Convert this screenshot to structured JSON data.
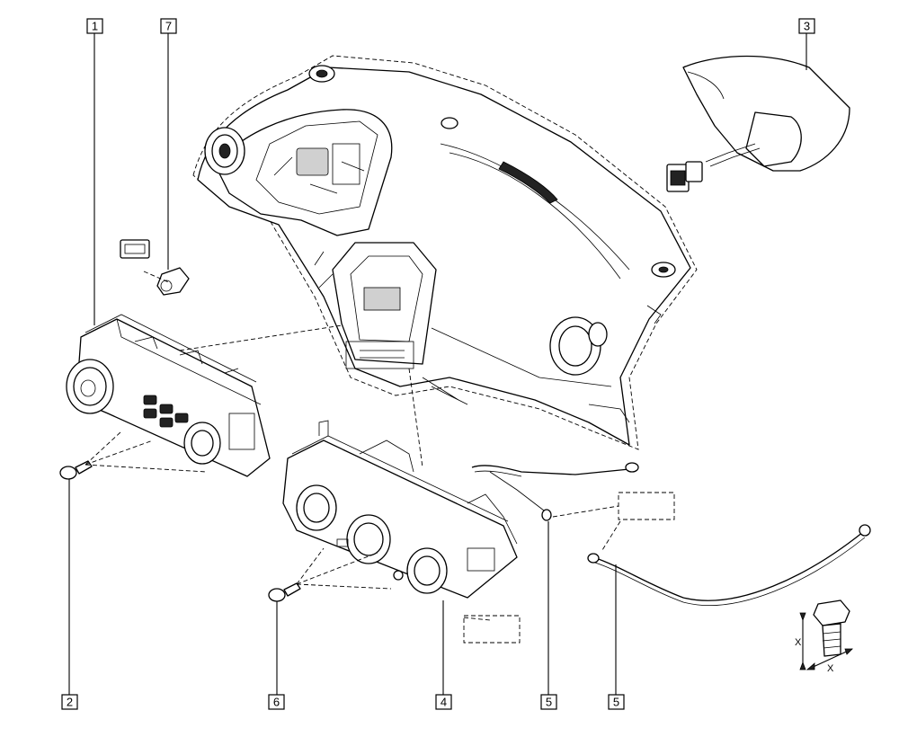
{
  "callouts": [
    {
      "id": "c1",
      "label": "1"
    },
    {
      "id": "c7",
      "label": "7"
    },
    {
      "id": "c3",
      "label": "3"
    },
    {
      "id": "c2",
      "label": "2"
    },
    {
      "id": "c6",
      "label": "6"
    },
    {
      "id": "c4",
      "label": "4"
    },
    {
      "id": "c5a",
      "label": "5"
    },
    {
      "id": "c5b",
      "label": "5"
    }
  ],
  "dimension": {
    "x_top": "X",
    "x_bottom": "X"
  }
}
